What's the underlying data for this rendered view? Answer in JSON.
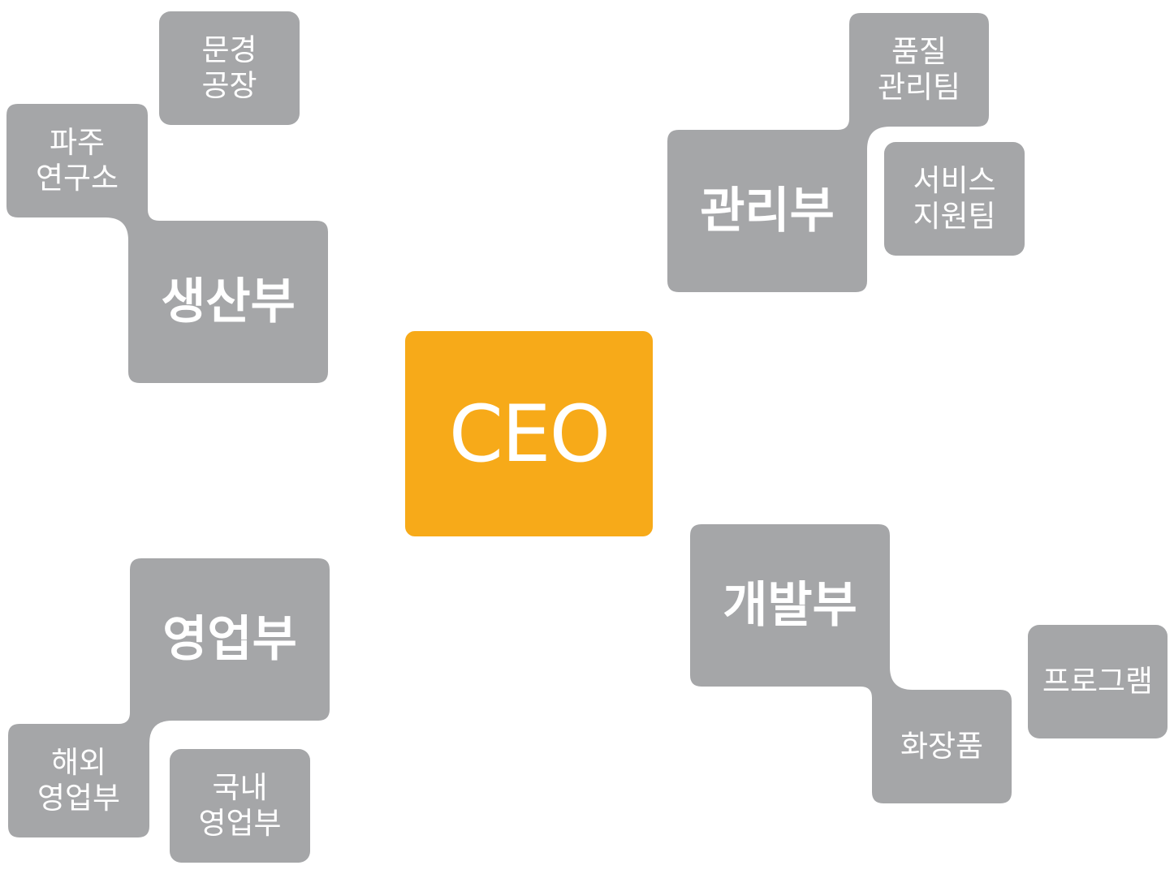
{
  "colors": {
    "box": "#A5A6A8",
    "ceo": "#F7AA19",
    "text": "#FFFFFF",
    "background": "#FFFFFF"
  },
  "ceo": {
    "label": "CEO"
  },
  "production": {
    "label": "생산부",
    "units": [
      "문경\n공장",
      "파주\n연구소"
    ]
  },
  "management": {
    "label": "관리부",
    "units": [
      "품질\n관리팀",
      "서비스\n지원팀"
    ]
  },
  "sales": {
    "label": "영업부",
    "units": [
      "해외\n영업부",
      "국내\n영업부"
    ]
  },
  "development": {
    "label": "개발부",
    "units": [
      "화장품",
      "프로그램"
    ]
  }
}
